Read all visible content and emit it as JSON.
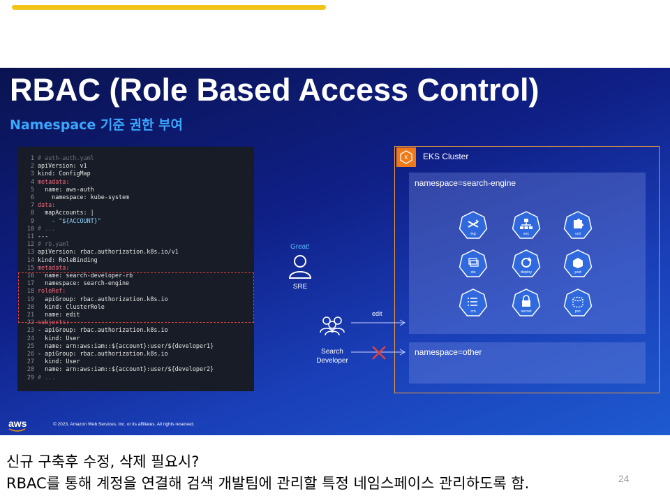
{
  "slide": {
    "title": "RBAC (Role Based Access Control)",
    "subtitle": "Namespace 기준 권한 부여",
    "copyright": "© 2023, Amazon Web Services, Inc. or its affiliates. All rights reserved.",
    "aws_logo": "aws"
  },
  "code": {
    "lines": [
      {
        "n": "1",
        "t": "# auth-auth.yaml",
        "k": "cmt"
      },
      {
        "n": "2",
        "t": "apiVersion: v1",
        "k": "kv"
      },
      {
        "n": "3",
        "t": "kind: ConfigMap",
        "k": "kv"
      },
      {
        "n": "4",
        "t": "metadata:",
        "k": "key"
      },
      {
        "n": "5",
        "t": "  name: aws-auth",
        "k": "kv"
      },
      {
        "n": "6",
        "t": "    namespace: kube-system",
        "k": "kv"
      },
      {
        "n": "7",
        "t": "data:",
        "k": "key"
      },
      {
        "n": "8",
        "t": "  mapAccounts: |",
        "k": "kv"
      },
      {
        "n": "9",
        "t": "    - \"${ACCOUNT}\"",
        "k": "str"
      },
      {
        "n": "10",
        "t": "# ...",
        "k": "cmt"
      },
      {
        "n": "11",
        "t": "---",
        "k": "val"
      },
      {
        "n": "12",
        "t": "# rb.yaml",
        "k": "cmt"
      },
      {
        "n": "13",
        "t": "apiVersion: rbac.authorization.k8s.io/v1",
        "k": "kv"
      },
      {
        "n": "14",
        "t": "kind: RoleBinding",
        "k": "kv"
      },
      {
        "n": "15",
        "t": "metadata:",
        "k": "key"
      },
      {
        "n": "16",
        "t": "  name: search-developer-rb",
        "k": "kv"
      },
      {
        "n": "17",
        "t": "  namespace: search-engine",
        "k": "kv"
      },
      {
        "n": "18",
        "t": "roleRef:",
        "k": "key"
      },
      {
        "n": "19",
        "t": "  apiGroup: rbac.authorization.k8s.io",
        "k": "kv"
      },
      {
        "n": "20",
        "t": "  kind: ClusterRole",
        "k": "kv"
      },
      {
        "n": "21",
        "t": "  name: edit",
        "k": "kv"
      },
      {
        "n": "22",
        "t": "subjects:",
        "k": "key"
      },
      {
        "n": "23",
        "t": "- apiGroup: rbac.authorization.k8s.io",
        "k": "kv"
      },
      {
        "n": "24",
        "t": "  kind: User",
        "k": "kv"
      },
      {
        "n": "25",
        "t": "  name: arn:aws:iam::${account}:user/${developer1}",
        "k": "kv"
      },
      {
        "n": "26",
        "t": "- apiGroup: rbac.authorization.k8s.io",
        "k": "kv"
      },
      {
        "n": "27",
        "t": "  kind: User",
        "k": "kv"
      },
      {
        "n": "28",
        "t": "  name: arn:aws:iam::${account}:user/${developer2}",
        "k": "kv"
      },
      {
        "n": "29",
        "t": "# ...",
        "k": "cmt"
      }
    ]
  },
  "cluster": {
    "label": "EKS Cluster",
    "ns_search": "namespace=search-engine",
    "ns_other": "namespace=other",
    "resources": [
      {
        "label": "ing",
        "icon": "shuffle-icon"
      },
      {
        "label": "svc",
        "icon": "network-icon"
      },
      {
        "label": "crd",
        "icon": "puzzle-icon"
      },
      {
        "label": "sts",
        "icon": "stack-icon"
      },
      {
        "label": "deploy",
        "icon": "refresh-icon"
      },
      {
        "label": "pod",
        "icon": "cube-icon"
      },
      {
        "label": "cm",
        "icon": "list-icon"
      },
      {
        "label": "secret",
        "icon": "lock-icon"
      },
      {
        "label": "pvc",
        "icon": "disk-icon"
      }
    ]
  },
  "actors": {
    "great": "Great!",
    "sre": "SRE",
    "search_dev_line1": "Search",
    "search_dev_line2": "Developer",
    "edit": "edit"
  },
  "notes": {
    "line1": "신규 구축후 수정, 삭제 필요시?",
    "line2": "RBAC를 통해 계정을 연결해 검색 개발팀에 관리할 특정 네임스페이스 관리하도록 함.",
    "page": "24"
  },
  "colors": {
    "accent_bar": "#f3c318",
    "k8s_blue": "#3069de",
    "cluster_orange": "#f09a3a",
    "deny_red": "#e0433c"
  }
}
